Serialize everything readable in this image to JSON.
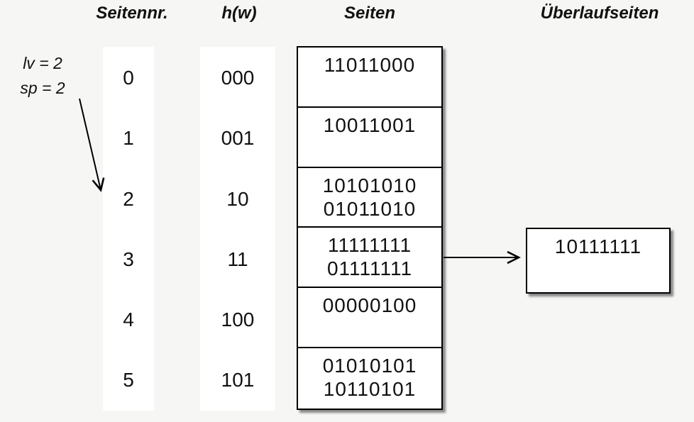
{
  "headers": {
    "seitennr": "Seitennr.",
    "hw": "h(w)",
    "seiten": "Seiten",
    "ueberlaufseiten": "Überlaufseiten"
  },
  "annotation": {
    "lv": "lv = 2",
    "sp": "sp = 2"
  },
  "rows": [
    {
      "nr": "0",
      "hw": "000",
      "values": [
        "11011000"
      ]
    },
    {
      "nr": "1",
      "hw": "001",
      "values": [
        "10011001"
      ]
    },
    {
      "nr": "2",
      "hw": "10",
      "values": [
        "10101010",
        "01011010"
      ]
    },
    {
      "nr": "3",
      "hw": "11",
      "values": [
        "11111111",
        "01111111"
      ]
    },
    {
      "nr": "4",
      "hw": "100",
      "values": [
        "00000100"
      ]
    },
    {
      "nr": "5",
      "hw": "101",
      "values": [
        "01010101",
        "10110101"
      ]
    }
  ],
  "overflow": {
    "values": [
      "10111111"
    ],
    "linked_row_nr": "3"
  },
  "colors": {
    "background": "#f6f6f4",
    "box_fill": "#ffffff",
    "line": "#000000",
    "shadow": "rgba(0,0,0,0.45)"
  }
}
